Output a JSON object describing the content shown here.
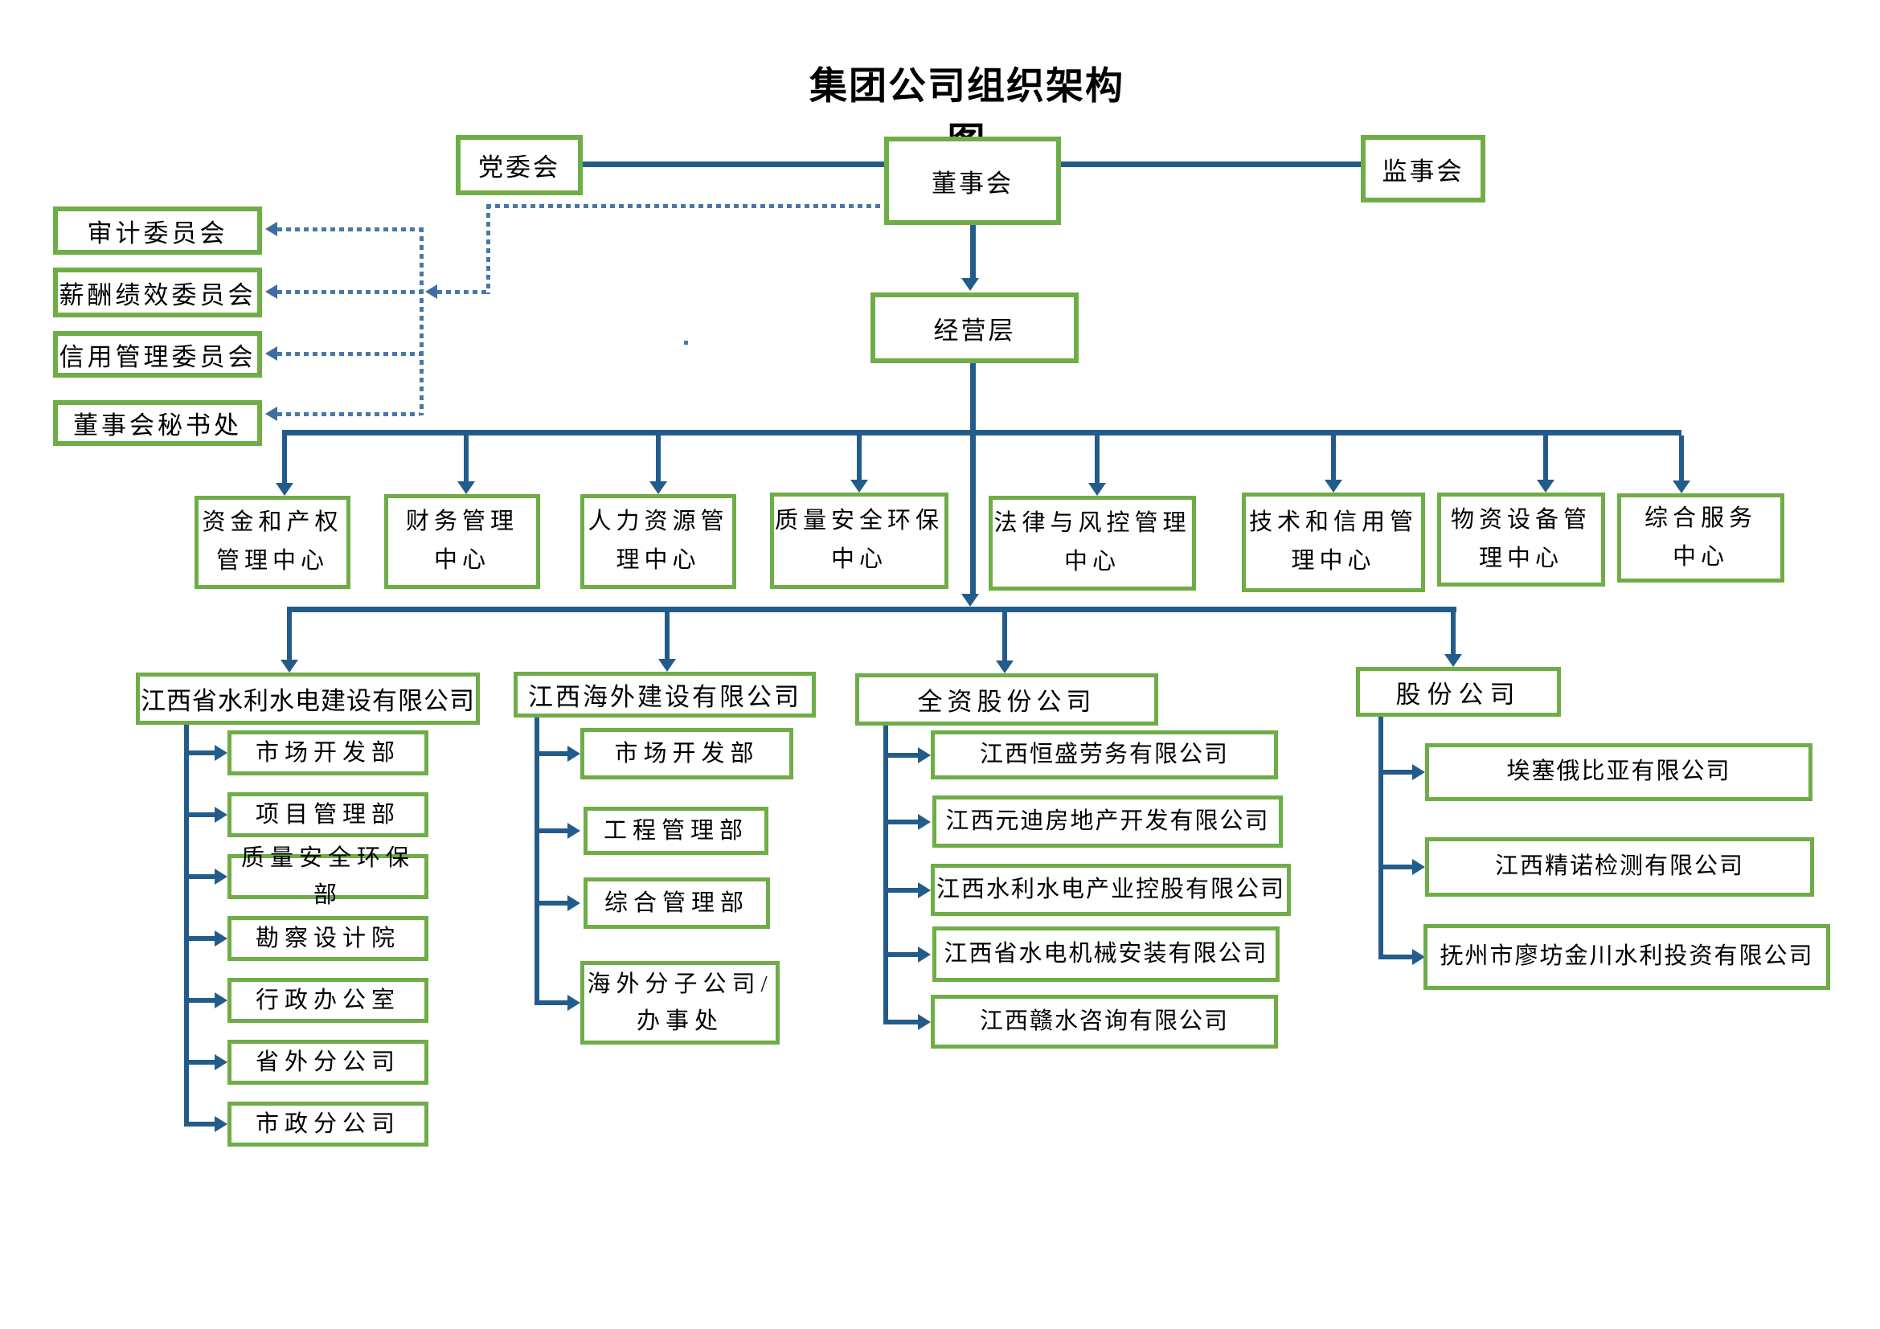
{
  "title": "集团公司组织架构图",
  "top": {
    "party_committee": "党委会",
    "board_of_directors": "董事会",
    "supervisory_board": "监事会",
    "management_layer": "经营层"
  },
  "board_committees": [
    "审计委员会",
    "薪酬绩效委员会",
    "信用管理委员会",
    "董事会秘书处"
  ],
  "centers": [
    "资金和产权\n管理中心",
    "财务管理\n中心",
    "人力资源管\n理中心",
    "质量安全环保\n中心",
    "法律与风控管理\n中心",
    "技术和信用管\n理中心",
    "物资设备管\n理中心",
    "综合服务\n中心"
  ],
  "subsidiaries": [
    {
      "name": "江西省水利水电建设有限公司",
      "children": [
        "市场开发部",
        "项目管理部",
        "质量安全环保部",
        "勘察设计院",
        "行政办公室",
        "省外分公司",
        "市政分公司"
      ]
    },
    {
      "name": "江西海外建设有限公司",
      "children": [
        "市场开发部",
        "工程管理部",
        "综合管理部",
        "海外分子公司/\n办事处"
      ]
    },
    {
      "name": "全资股份公司",
      "children": [
        "江西恒盛劳务有限公司",
        "江西元迪房地产开发有限公司",
        "江西水利水电产业控股有限公司",
        "江西省水电机械安装有限公司",
        "江西赣水咨询有限公司"
      ]
    },
    {
      "name": "股份公司",
      "children": [
        "埃塞俄比亚有限公司",
        "江西精诺检测有限公司",
        "抚州市廖坊金川水利投资有限公司"
      ]
    }
  ],
  "colors": {
    "box_border": "#6FAD47",
    "solid_line": "#235C8B",
    "dotted_line": "#4878A8",
    "dotted_arrow": "#3E6E9E",
    "text": "#000000"
  }
}
